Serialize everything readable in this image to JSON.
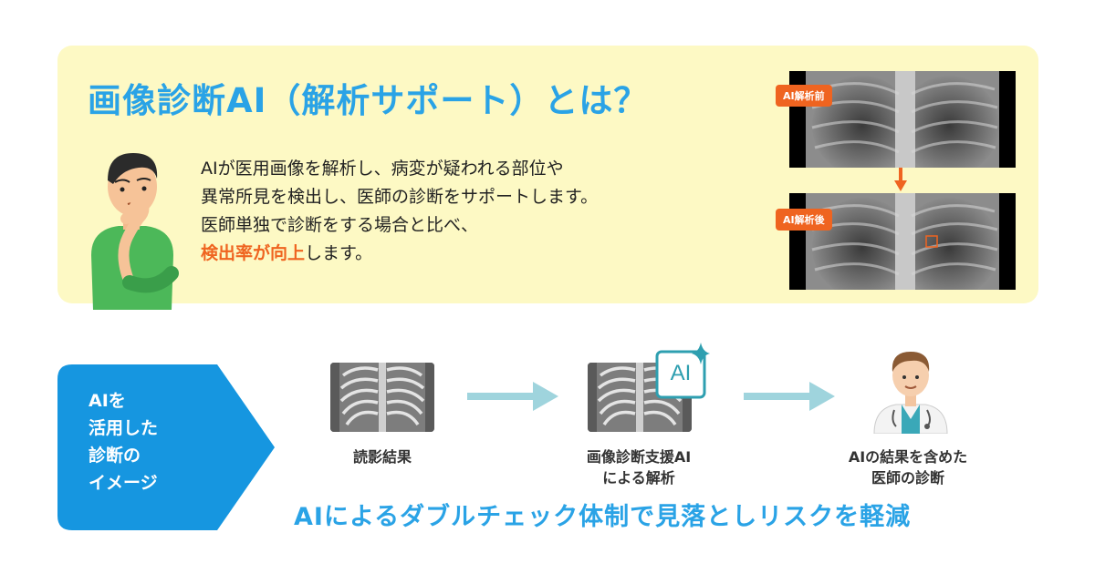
{
  "title": "画像診断AI（解析サポート）とは？",
  "description": {
    "line1": "AIが医用画像を解析し、病変が疑われる部位や",
    "line2": "異常所見を検出し、医師の診断をサポートします。",
    "line3": "医師単独で診断をする場合と比べ、",
    "line4_highlight": "検出率が向上",
    "line4_rest": "します。"
  },
  "xray_badges": {
    "before": "AI解析前",
    "after": "AI解析後"
  },
  "colors": {
    "accent_blue": "#2aa3e6",
    "accent_orange": "#ef6420",
    "panel_bg": "#fdf9c4"
  },
  "image_label": {
    "lines": [
      "AIを",
      "活用した",
      "診断の",
      "イメージ"
    ]
  },
  "flow": {
    "step1": {
      "caption": [
        "読影結果"
      ]
    },
    "step2": {
      "caption": [
        "画像診断支援AI",
        "による解析"
      ],
      "icon_text": "AI"
    },
    "step3": {
      "caption": [
        "AIの結果を含めた",
        "医師の診断"
      ]
    }
  },
  "slogan": "AIによるダブルチェック体制で見落としリスクを軽減"
}
